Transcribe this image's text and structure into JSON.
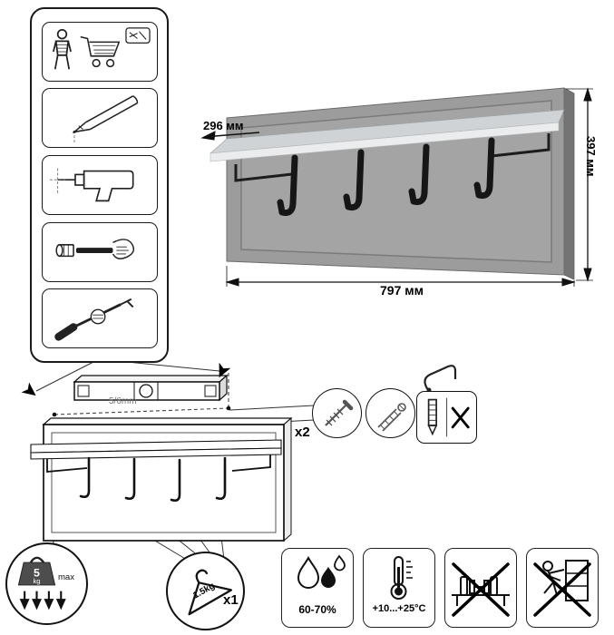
{
  "icons": {
    "arrow_glyph": "➤"
  },
  "product": {
    "dimensions": {
      "depth": "296 мм",
      "height": "397 мм",
      "width": "797 мм"
    }
  },
  "tools": {
    "steps": [
      {
        "icon": "person-with-cart-icon"
      },
      {
        "icon": "pencil-icon"
      },
      {
        "icon": "drill-icon"
      },
      {
        "icon": "wall-plug-icon"
      },
      {
        "icon": "screwdriver-icon"
      }
    ]
  },
  "mounting": {
    "drill_diameter": "5/6mm",
    "fastener_count": "x2"
  },
  "load": {
    "max_total_value": "5",
    "max_total_unit": "kg",
    "max_label": "max",
    "per_hook": "1.5kg",
    "per_hook_count": "x1"
  },
  "environment": {
    "humidity": "60-70%",
    "temperature": "+10...+25°C"
  }
}
